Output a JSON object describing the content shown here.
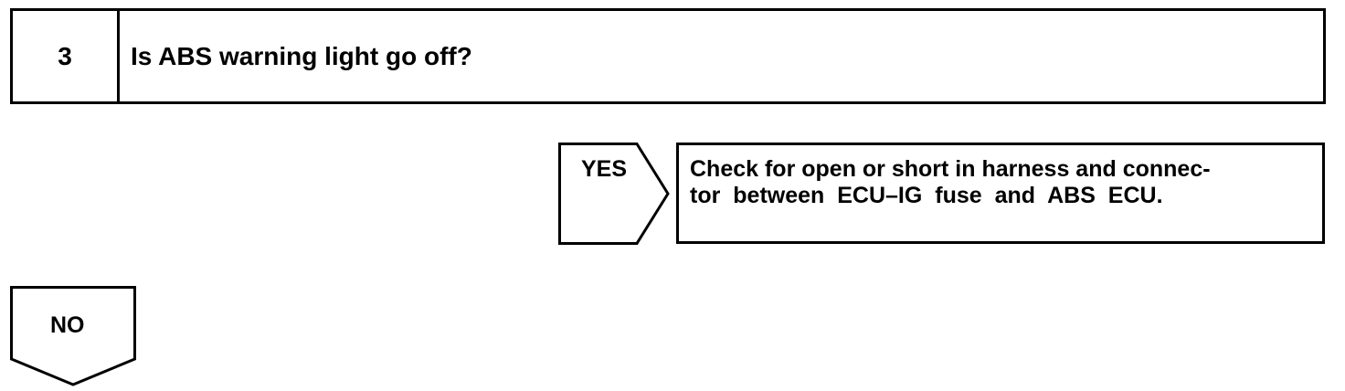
{
  "step": {
    "number": "3",
    "question": "Is ABS warning light go off?"
  },
  "yes_branch": {
    "label": "YES",
    "result_lines": [
      "Check for open or short in harness and connec-",
      "tor between ECU–IG fuse and ABS ECU."
    ]
  },
  "no_branch": {
    "label": "NO"
  }
}
